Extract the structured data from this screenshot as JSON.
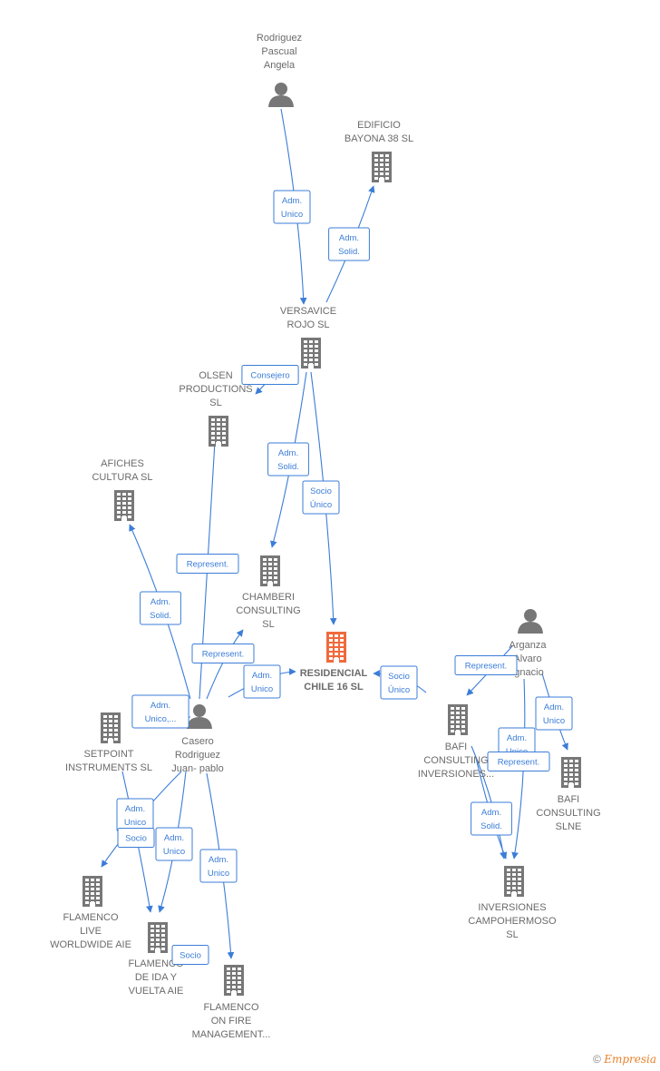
{
  "colors": {
    "edge": "#3b7dd8",
    "node": "#777777",
    "center": "#f06a3c",
    "label": "#6b6b6b"
  },
  "nodes": [
    {
      "id": "rodriguez",
      "type": "person",
      "label": [
        "Rodriguez",
        "Pascual",
        "Angela"
      ]
    },
    {
      "id": "edificio",
      "type": "company",
      "label": [
        "EDIFICIO",
        "BAYONA 38  SL"
      ]
    },
    {
      "id": "versavice",
      "type": "company",
      "label": [
        "VERSAVICE",
        "ROJO SL"
      ]
    },
    {
      "id": "olsen",
      "type": "company",
      "label": [
        "OLSEN",
        "PRODUCTIONS",
        "SL"
      ]
    },
    {
      "id": "afiches",
      "type": "company",
      "label": [
        "AFICHES",
        "CULTURA  SL"
      ]
    },
    {
      "id": "chamberi",
      "type": "company",
      "label": [
        "CHAMBERI",
        "CONSULTING",
        "SL"
      ]
    },
    {
      "id": "residencial",
      "type": "center",
      "label": [
        "RESIDENCIAL",
        "CHILE 16  SL"
      ]
    },
    {
      "id": "arganza",
      "type": "person",
      "label": [
        "Arganza",
        "Alvaro",
        "Ignacio"
      ]
    },
    {
      "id": "casero",
      "type": "person",
      "label": [
        "Casero",
        "Rodriguez",
        "Juan- pablo"
      ]
    },
    {
      "id": "setpoint",
      "type": "company",
      "label": [
        "SETPOINT",
        "INSTRUMENTS SL"
      ]
    },
    {
      "id": "bafi_inv",
      "type": "company",
      "label": [
        "BAFI",
        "CONSULTING",
        "INVERSIONES..."
      ]
    },
    {
      "id": "bafi_slne",
      "type": "company",
      "label": [
        "BAFI",
        "CONSULTING",
        "SLNE"
      ]
    },
    {
      "id": "inv_campo",
      "type": "company",
      "label": [
        "INVERSIONES",
        "CAMPOHERMOSO",
        "SL"
      ]
    },
    {
      "id": "flam_live",
      "type": "company",
      "label": [
        "FLAMENCO",
        "LIVE",
        "WORLDWIDE AIE"
      ]
    },
    {
      "id": "flam_ida",
      "type": "company",
      "label": [
        "FLAMENCO",
        "DE IDA Y",
        "VUELTA AIE"
      ]
    },
    {
      "id": "flam_fire",
      "type": "company",
      "label": [
        "FLAMENCO",
        "ON FIRE",
        "MANAGEMENT..."
      ]
    }
  ],
  "edges": [
    {
      "from": "rodriguez",
      "to": "versavice",
      "label": [
        "Adm.",
        "Unico"
      ]
    },
    {
      "from": "versavice",
      "to": "edificio",
      "label": [
        "Adm.",
        "Solid."
      ]
    },
    {
      "from": "versavice",
      "to": "olsen",
      "label": [
        "Consejero"
      ]
    },
    {
      "from": "versavice",
      "to": "chamberi",
      "label": [
        "Adm.",
        "Solid."
      ]
    },
    {
      "from": "versavice",
      "to": "residencial",
      "label": [
        "Socio",
        "Único"
      ]
    },
    {
      "from": "casero",
      "to": "olsen",
      "label": [
        "Represent."
      ]
    },
    {
      "from": "casero",
      "to": "afiches",
      "label": [
        "Adm.",
        "Solid."
      ]
    },
    {
      "from": "casero",
      "to": "chamberi",
      "label": [
        "Represent."
      ]
    },
    {
      "from": "casero",
      "to": "residencial",
      "label": [
        "Adm.",
        "Unico"
      ]
    },
    {
      "from": "casero",
      "to": "setpoint",
      "label": [
        "Adm.",
        "Unico,..."
      ]
    },
    {
      "from": "arganza",
      "to": "residencial",
      "label": [
        "Socio",
        "Único"
      ]
    },
    {
      "from": "arganza",
      "to": "bafi_inv",
      "label": [
        "Represent."
      ]
    },
    {
      "from": "arganza",
      "to": "bafi_slne",
      "label": [
        "Adm.",
        "Unico"
      ]
    },
    {
      "from": "arganza",
      "to": "inv_campo",
      "label": [
        "Adm.",
        "Unico"
      ]
    },
    {
      "from": "bafi_inv",
      "to": "inv_campo",
      "label": [
        "Represent."
      ]
    },
    {
      "from": "bafi_inv",
      "to": "inv_campo",
      "label": [
        "Adm.",
        "Solid."
      ]
    },
    {
      "from": "casero",
      "to": "flam_live",
      "label": [
        "Adm.",
        "Unico"
      ]
    },
    {
      "from": "casero",
      "to": "flam_ida",
      "label": [
        "Socio"
      ]
    },
    {
      "from": "casero",
      "to": "flam_ida",
      "label": [
        "Adm.",
        "Unico"
      ]
    },
    {
      "from": "casero",
      "to": "flam_fire",
      "label": [
        "Adm.",
        "Unico"
      ]
    },
    {
      "from": "flam_ida",
      "to": "flam_fire",
      "label": [
        "Socio"
      ]
    }
  ],
  "footer": {
    "copyright": "©",
    "brand": "Empresia"
  }
}
